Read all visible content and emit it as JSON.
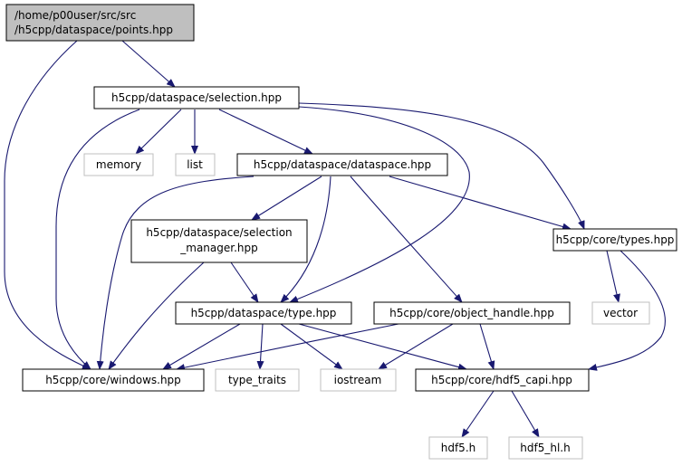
{
  "colors": {
    "edge": "#191970",
    "root_fill": "#bfbfbf",
    "external_border": "#bfbfbf"
  },
  "nodes": {
    "points": {
      "lines": [
        "/home/p00user/src/src",
        "/h5cpp/dataspace/points.hpp"
      ]
    },
    "selection": {
      "label": "h5cpp/dataspace/selection.hpp"
    },
    "memory": {
      "label": "memory"
    },
    "list": {
      "label": "list"
    },
    "dataspace": {
      "label": "h5cpp/dataspace/dataspace.hpp"
    },
    "types": {
      "label": "h5cpp/core/types.hpp"
    },
    "selection_manager": {
      "lines": [
        "h5cpp/dataspace/selection",
        "_manager.hpp"
      ]
    },
    "vector": {
      "label": "vector"
    },
    "type": {
      "label": "h5cpp/dataspace/type.hpp"
    },
    "object_handle": {
      "label": "h5cpp/core/object_handle.hpp"
    },
    "windows": {
      "label": "h5cpp/core/windows.hpp"
    },
    "type_traits": {
      "label": "type_traits"
    },
    "iostream": {
      "label": "iostream"
    },
    "hdf5_capi": {
      "label": "h5cpp/core/hdf5_capi.hpp"
    },
    "hdf5_h": {
      "label": "hdf5.h"
    },
    "hdf5_hl_h": {
      "label": "hdf5_hl.h"
    }
  }
}
